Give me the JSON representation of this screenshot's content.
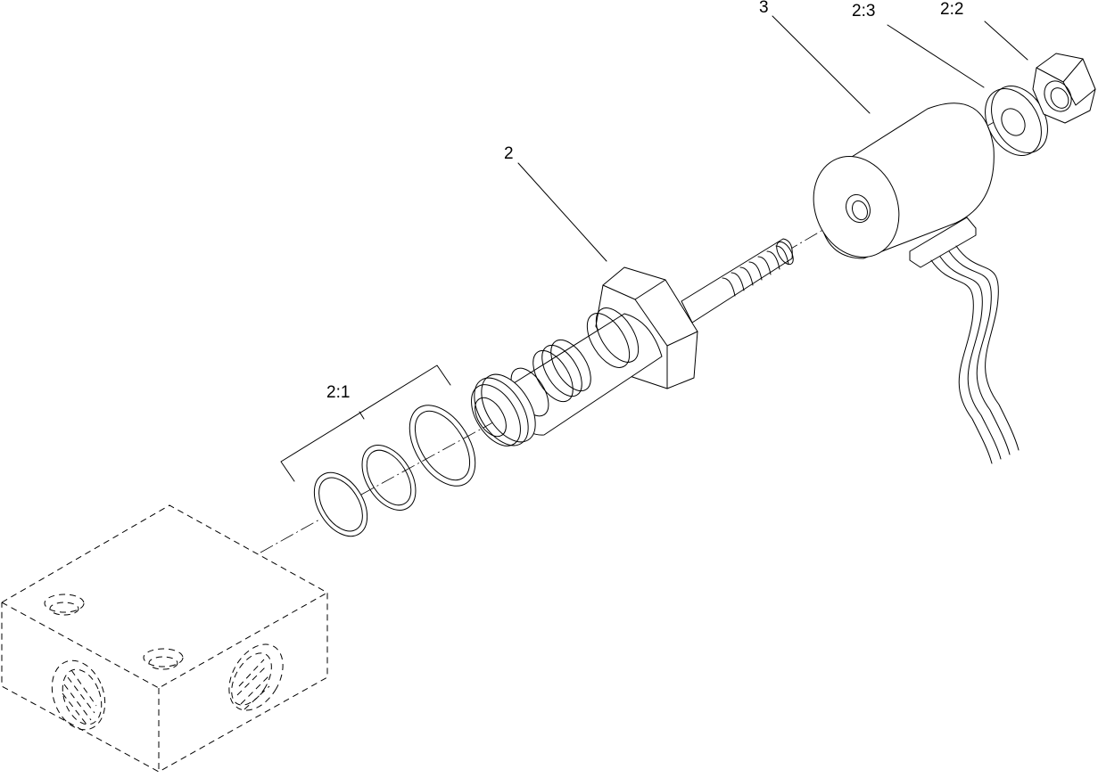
{
  "callouts": {
    "valve_body_oring_set": "2:1",
    "cartridge_valve": "2",
    "coil": "3",
    "washer": "2:3",
    "nut": "2:2"
  }
}
